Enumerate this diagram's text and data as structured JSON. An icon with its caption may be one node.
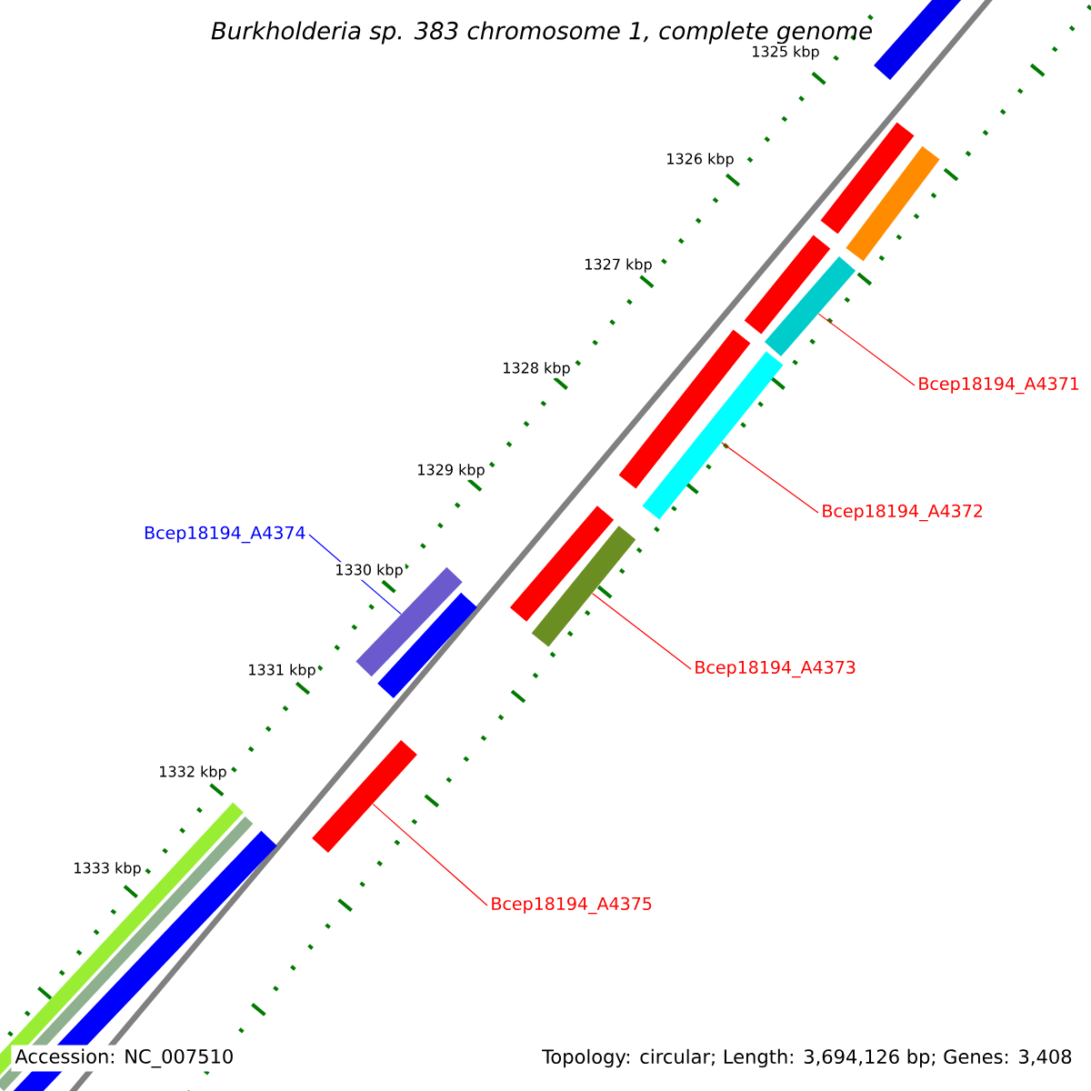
{
  "diagram": {
    "title": "Burkholderia sp. 383 chromosome 1, complete genome",
    "nodes": [
      {
        "text": [
          "Bcep18194_A4371"
        ]
      },
      {
        "text": [],
        "shape": "bar"
      },
      {
        "text": [
          "Bcep18194_A4372"
        ]
      },
      {
        "text": [],
        "shape": "bar"
      },
      {
        "text": [
          "Bcep18194_A4374"
        ]
      },
      {
        "text": [],
        "shape": "bar"
      },
      {
        "text": [
          "Bcep18194_A4373"
        ]
      },
      {
        "text": [],
        "shape": "bar"
      },
      {
        "text": [
          "Bcep18194_A4375"
        ]
      },
      {
        "text": [],
        "shape": "bar"
      }
    ],
    "edges": [
      {
        "from": 0,
        "to": 1,
        "arrow": "none"
      },
      {
        "from": 2,
        "to": 3,
        "arrow": "none"
      },
      {
        "from": 4,
        "to": 5,
        "arrow": "none",
        "color": "#0000ff"
      },
      {
        "from": 6,
        "to": 7,
        "arrow": "none"
      },
      {
        "from": 8,
        "to": 9,
        "arrow": "none"
      }
    ],
    "labels": [
      "1325 kbp",
      "1326 kbp",
      "1327 kbp",
      "1328 kbp",
      "1329 kbp",
      "1330 kbp",
      "1331 kbp",
      "1332 kbp",
      "1333 kbp",
      "Accession: NC_007510",
      "Topology: circular; Length: 3,694,126 bp; Genes: 3,408"
    ]
  }
}
